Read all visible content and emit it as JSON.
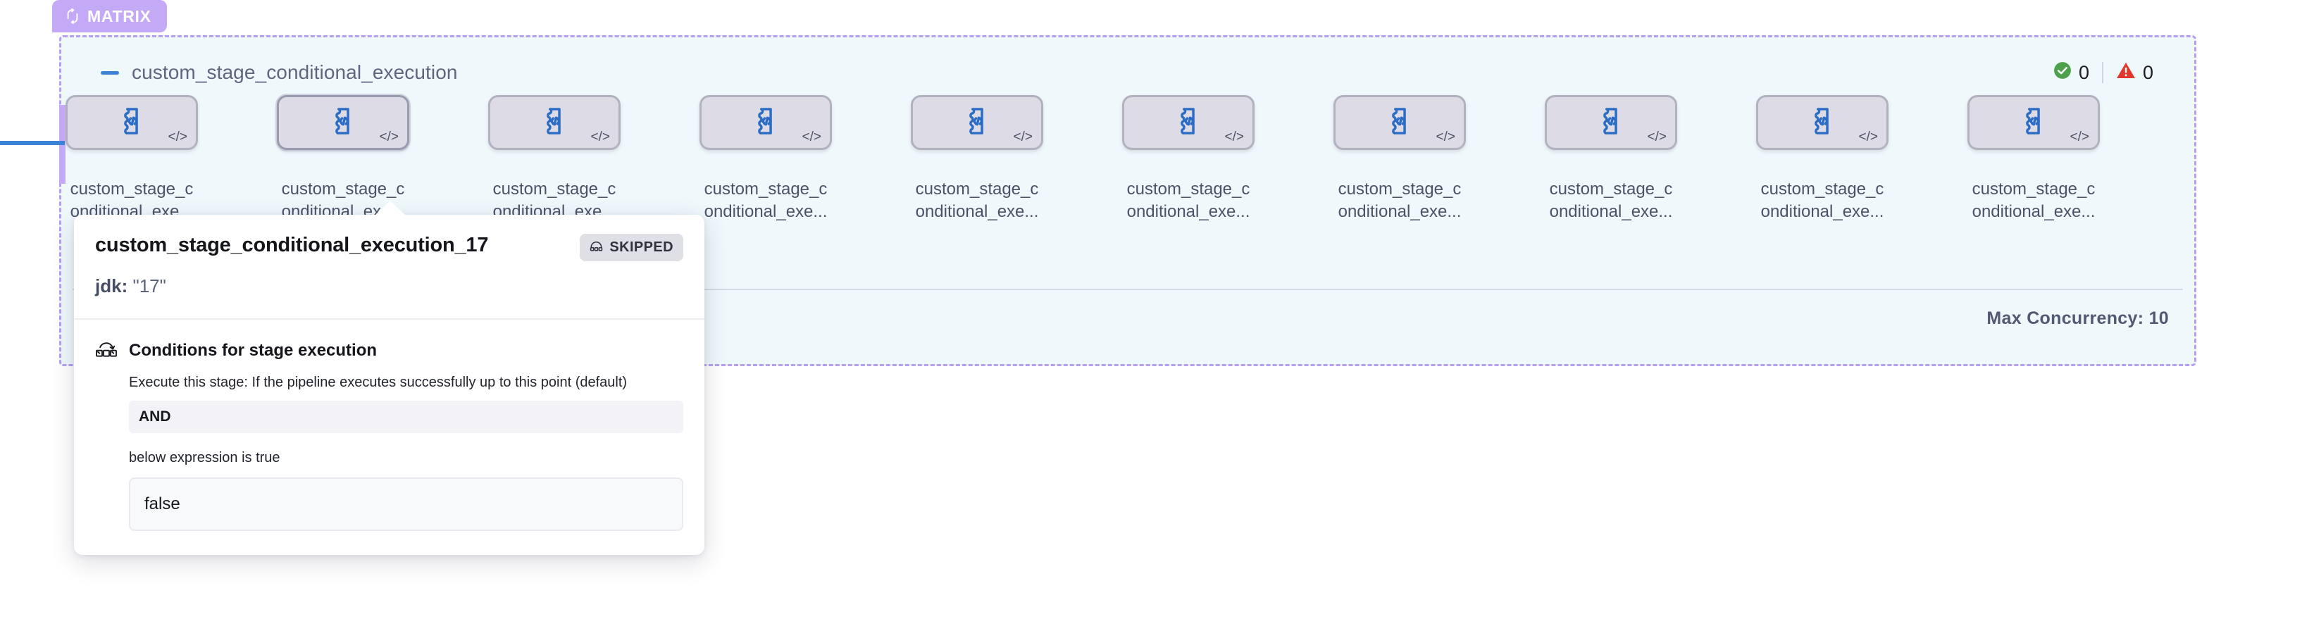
{
  "matrix": {
    "badge_label": "MATRIX",
    "badge_icon": "loop-repeat-icon",
    "badge_color": "#c4a9f7",
    "border_color": "#b79ef2",
    "background_color": "#f0f9fb",
    "group_title": "custom_stage_conditional_execution",
    "collapse_control": "collapse-dash",
    "max_concurrency_label": "Max Concurrency: 10",
    "status": {
      "success_icon": "check-circle-icon",
      "success_color": "#4da14d",
      "success_count": "0",
      "warning_icon": "warning-triangle-icon",
      "warning_color": "#e0392b",
      "warning_count": "0"
    },
    "nodes": [
      {
        "label": "custom_stage_c\nonditional_exe...",
        "icon": "custom-stage-code-icon",
        "corner_icon": "code-brackets-icon",
        "selected": false
      },
      {
        "label": "custom_stage_c\nonditional_exe...",
        "icon": "custom-stage-code-icon",
        "corner_icon": "code-brackets-icon",
        "selected": true
      },
      {
        "label": "custom_stage_c\nonditional_exe...",
        "icon": "custom-stage-code-icon",
        "corner_icon": "code-brackets-icon",
        "selected": false
      },
      {
        "label": "custom_stage_c\nonditional_exe...",
        "icon": "custom-stage-code-icon",
        "corner_icon": "code-brackets-icon",
        "selected": false
      },
      {
        "label": "custom_stage_c\nonditional_exe...",
        "icon": "custom-stage-code-icon",
        "corner_icon": "code-brackets-icon",
        "selected": false
      },
      {
        "label": "custom_stage_c\nonditional_exe...",
        "icon": "custom-stage-code-icon",
        "corner_icon": "code-brackets-icon",
        "selected": false
      },
      {
        "label": "custom_stage_c\nonditional_exe...",
        "icon": "custom-stage-code-icon",
        "corner_icon": "code-brackets-icon",
        "selected": false
      },
      {
        "label": "custom_stage_c\nonditional_exe...",
        "icon": "custom-stage-code-icon",
        "corner_icon": "code-brackets-icon",
        "selected": false
      },
      {
        "label": "custom_stage_c\nonditional_exe...",
        "icon": "custom-stage-code-icon",
        "corner_icon": "code-brackets-icon",
        "selected": false
      },
      {
        "label": "custom_stage_c\nonditional_exe...",
        "icon": "custom-stage-code-icon",
        "corner_icon": "code-brackets-icon",
        "selected": false
      }
    ]
  },
  "popup": {
    "title": "custom_stage_conditional_execution_17",
    "status_badge": {
      "label": "SKIPPED",
      "icon": "skipped-icon"
    },
    "meta_key": "jdk:",
    "meta_value": "\"17\"",
    "conditions": {
      "icon": "conditional-branch-icon",
      "heading": "Conditions for stage execution",
      "description": "Execute this stage: If the pipeline executes successfully up to this point (default)",
      "operator": "AND",
      "sub_label": "below expression is true",
      "expression": "false"
    }
  }
}
